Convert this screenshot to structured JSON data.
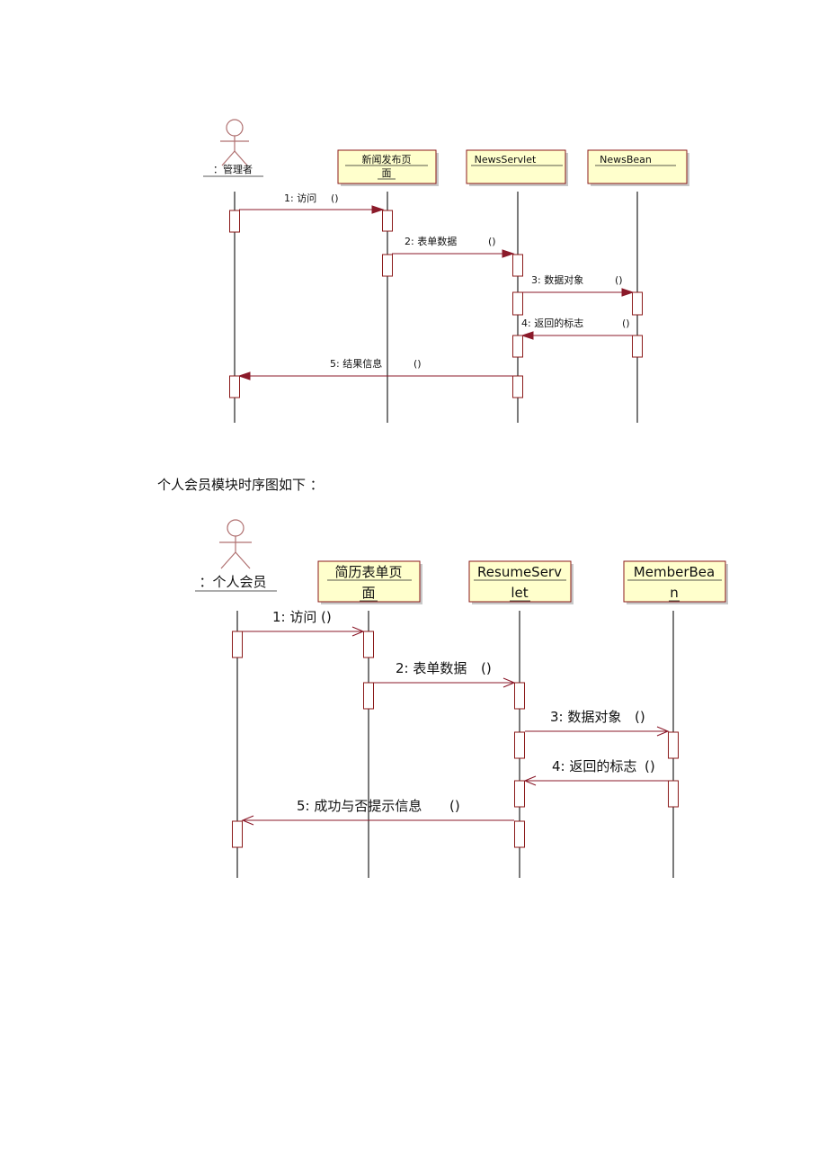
{
  "diagrams": [
    {
      "id": "d1",
      "actor_label": "：管理者",
      "objects": [
        {
          "id": "page",
          "lines": [
            "新闻发布页",
            "面"
          ]
        },
        {
          "id": "servlet",
          "lines": [
            "NewsServlet"
          ]
        },
        {
          "id": "bean",
          "lines": [
            "NewsBean"
          ]
        }
      ],
      "messages": [
        {
          "num": "1:",
          "text": "访问",
          "args": "()"
        },
        {
          "num": "2:",
          "text": "表单数据",
          "args": "()"
        },
        {
          "num": "3:",
          "text": "数据对象",
          "args": "()"
        },
        {
          "num": "4:",
          "text": "返回的标志",
          "args": "()"
        },
        {
          "num": "5:",
          "text": "结果信息",
          "args": "()"
        }
      ]
    },
    {
      "id": "d2",
      "actor_label": "：个人会员",
      "objects": [
        {
          "id": "page",
          "lines": [
            "简历表单页",
            "面"
          ]
        },
        {
          "id": "servlet",
          "lines": [
            "ResumeServ",
            "let"
          ]
        },
        {
          "id": "bean",
          "lines": [
            "MemberBea",
            "n"
          ]
        }
      ],
      "messages": [
        {
          "num": "1:",
          "text": "访问",
          "args": "()"
        },
        {
          "num": "2:",
          "text": "表单数据",
          "args": "()"
        },
        {
          "num": "3:",
          "text": "数据对象",
          "args": "()"
        },
        {
          "num": "4:",
          "text": "返回的标志",
          "args": "()"
        },
        {
          "num": "5:",
          "text": "成功与否提示信息",
          "args": "()"
        }
      ]
    }
  ],
  "paragraph": "个人会员模块时序图如下 ：",
  "colors": {
    "object_fill": "#ffffcc",
    "object_border": "#8b1a1a",
    "arrow_head": "#8b1a2a",
    "actor": "#b07070",
    "line": "#222222"
  }
}
